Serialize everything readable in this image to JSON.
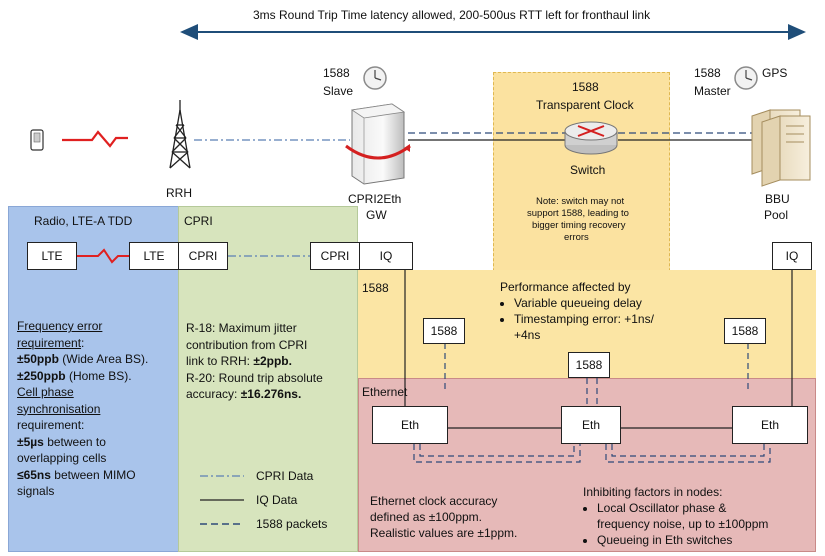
{
  "latency_banner": "3ms Round Trip Time latency allowed, 200-500us RTT left for fronthaul link",
  "nodes": {
    "rrh": "RRH",
    "gw_line1": "CPRI2Eth",
    "gw_line2": "GW",
    "slave_line1": "1588",
    "slave_line2": "Slave",
    "tc_line1": "1588",
    "tc_line2": "Transparent Clock",
    "switch": "Switch",
    "master_line1": "1588",
    "master_line2": "Master",
    "gps": "GPS",
    "bbu_line1": "BBU",
    "bbu_line2": "Pool"
  },
  "switch_note": [
    "Note: switch may not",
    "support 1588, leading to",
    "bigger timing recovery",
    "errors"
  ],
  "regions": {
    "radio": "Radio, LTE-A TDD",
    "cpri": "CPRI",
    "ptp": "1588",
    "ethernet": "Ethernet"
  },
  "boxes": {
    "lte1": "LTE",
    "lte2": "LTE",
    "cpri1": "CPRI",
    "cpri2": "CPRI",
    "iq1": "IQ",
    "iq2": "IQ",
    "p1588_a": "1588",
    "p1588_b": "1588",
    "p1588_c": "1588",
    "eth1": "Eth",
    "eth2": "Eth",
    "eth3": "Eth"
  },
  "radio_text": {
    "freq_heading": "Frequency error",
    "freq_heading2": "requirement",
    "freq_colon": ":",
    "wide_val": "±50ppb",
    "wide_rest": " (Wide Area BS).",
    "home_val": "±250ppb",
    "home_rest": " (Home BS).",
    "phase_heading": "Cell phase",
    "phase_heading2": "synchronisation",
    "phase_req": "requirement:",
    "overlap_val": "±5µs",
    "overlap_rest": " between to",
    "overlap_line2": "overlapping cells",
    "mimo_val": "≤65ns",
    "mimo_rest": " between MIMO",
    "mimo_line2": "signals"
  },
  "cpri_text": {
    "r18_l1": "R-18: Maximum jitter",
    "r18_l2": "contribution from CPRI",
    "r18_l3": "link to RRH: ",
    "r18_val": "±2ppb.",
    "r20_l1": "R-20: Round trip absolute",
    "r20_l2": "accuracy: ",
    "r20_val": "±16.276ns."
  },
  "legend": {
    "cpri_data": "CPRI Data",
    "iq_data": "IQ Data",
    "ptp_packets": "1588 packets"
  },
  "performance": {
    "heading": "Performance affected by",
    "items": [
      "Variable queueing delay",
      "Timestamping error: +1ns/",
      "+4ns"
    ]
  },
  "ethernet_text": {
    "l1": "Ethernet clock accuracy",
    "l2": "defined as ±100ppm.",
    "l3": "Realistic values are ±1ppm."
  },
  "inhibiting": {
    "heading": "Inhibiting factors in nodes:",
    "items": [
      "Local Oscillator phase &",
      "frequency noise, up to ±100ppm",
      "Queueing in Eth switches"
    ]
  },
  "colors": {
    "radio_bg": "#a9c4eb",
    "cpri_bg": "#d7e4bd",
    "ptp_bg": "#fbe5a4",
    "ethernet_bg": "#e6b9b8",
    "arrow": "#1f4e79",
    "dashed": "#2e4a7a"
  }
}
